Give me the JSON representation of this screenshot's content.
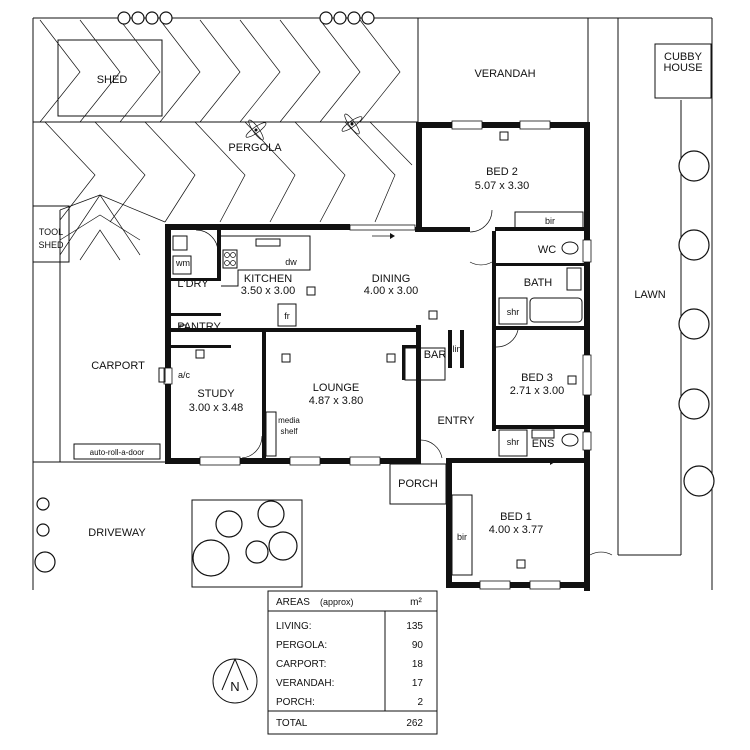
{
  "rooms": {
    "shed": "SHED",
    "verandah": "VERANDAH",
    "cubby_line1": "CUBBY",
    "cubby_line2": "HOUSE",
    "pergola": "PERGOLA",
    "tool_line1": "TOOL",
    "tool_line2": "SHED",
    "bed2": "BED 2",
    "bed2_dim": "5.07 x 3.30",
    "kitchen": "KITCHEN",
    "kitchen_dim": "3.50 x 3.00",
    "dining": "DINING",
    "dining_dim": "4.00 x 3.00",
    "laundry": "L'DRY",
    "pantry": "PANTRY",
    "carport": "CARPORT",
    "study": "STUDY",
    "study_dim": "3.00 x 3.48",
    "lounge": "LOUNGE",
    "lounge_dim": "4.87 x 3.80",
    "media_line1": "media",
    "media_line2": "shelf",
    "bar": "BAR",
    "lin": "lin",
    "entry": "ENTRY",
    "wc": "WC",
    "bath": "BATH",
    "shr_bath": "shr",
    "bed3": "BED 3",
    "bed3_dim": "2.71 x 3.00",
    "shr_ens": "shr",
    "ens": "ENS",
    "bed1": "BED 1",
    "bed1_dim": "4.00 x 3.77",
    "bir_bed2": "bir",
    "bir_bed1": "bir",
    "porch": "PORCH",
    "lawn": "LAWN",
    "driveway": "DRIVEWAY",
    "auto_door": "auto-roll-a-door",
    "ac": "a/c",
    "wm": "wm",
    "dw": "dw",
    "fr": "fr"
  },
  "areas": {
    "header": "AREAS",
    "header_note": "(approx)",
    "unit": "m²",
    "rows": [
      {
        "label": "LIVING:",
        "value": "135"
      },
      {
        "label": "PERGOLA:",
        "value": "90"
      },
      {
        "label": "CARPORT:",
        "value": "18"
      },
      {
        "label": "VERANDAH:",
        "value": "17"
      },
      {
        "label": "PORCH:",
        "value": "2"
      }
    ],
    "total_label": "TOTAL",
    "total_value": "262"
  },
  "compass": {
    "letter": "N"
  }
}
